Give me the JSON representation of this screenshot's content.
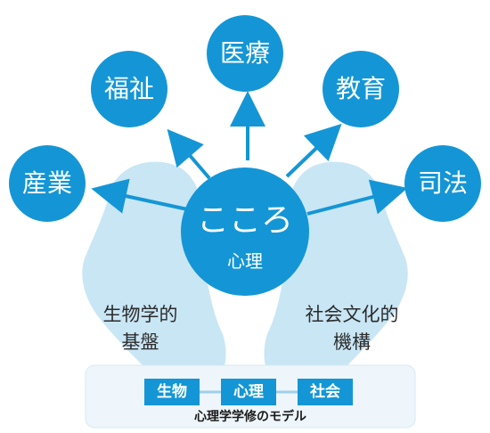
{
  "center": {
    "main": "こころ",
    "sub": "心理"
  },
  "fields": [
    {
      "key": "sangyo",
      "label": "産業"
    },
    {
      "key": "fukushi",
      "label": "福祉"
    },
    {
      "key": "iryo",
      "label": "医療"
    },
    {
      "key": "kyoiku",
      "label": "教育"
    },
    {
      "key": "shiho",
      "label": "司法"
    }
  ],
  "basis": {
    "left": [
      "生物学的",
      "基盤"
    ],
    "right": [
      "社会文化的",
      "機構"
    ]
  },
  "model": {
    "boxes": [
      "生物",
      "心理",
      "社会"
    ],
    "caption": "心理学学修のモデル"
  },
  "colors": {
    "primary": "#1496d6",
    "hands": "#c9e6f5",
    "bar_bg": "#eef6fb"
  }
}
